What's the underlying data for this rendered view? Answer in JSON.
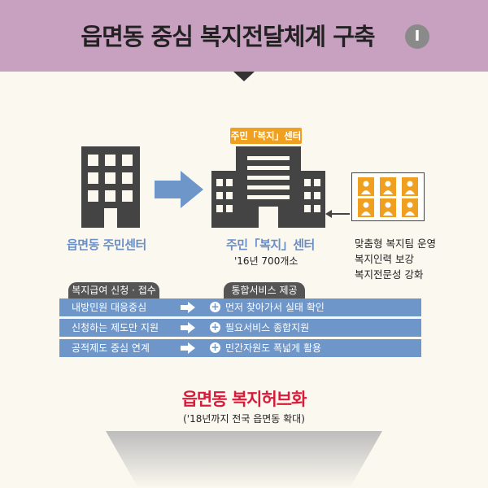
{
  "header": {
    "title": "읍면동 중심 복지전달체계 구축",
    "number": "Ⅰ"
  },
  "left_building": {
    "label": "읍면동 주민센터"
  },
  "center_building": {
    "badge": "주민「복지」센터",
    "label": "주민「복지」센터",
    "sub": "'16년 700개소"
  },
  "side_list": [
    "맞춤형 복지팀 운영",
    "복지인력 보강",
    "복지전문성 강화"
  ],
  "table": {
    "left_header": "복지급여 신청 · 접수",
    "right_header": "통합서비스 제공",
    "rows": [
      {
        "left": "내방민원 대응중심",
        "right": "먼저 찾아가서 실태 확인"
      },
      {
        "left": "신청하는 제도만 지원",
        "right": "필요서비스 종합지원"
      },
      {
        "left": "공적제도 중심 연계",
        "right": "민간자원도 폭넓게 활용"
      }
    ]
  },
  "hub": {
    "title": "읍면동 복지허브화",
    "sub": "('18년까지 전국 읍면동 확대)"
  },
  "colors": {
    "header": "#c8a0c0",
    "accent_blue": "#6f96c8",
    "badge_orange": "#f0a020",
    "hub_red": "#d81b3a"
  }
}
